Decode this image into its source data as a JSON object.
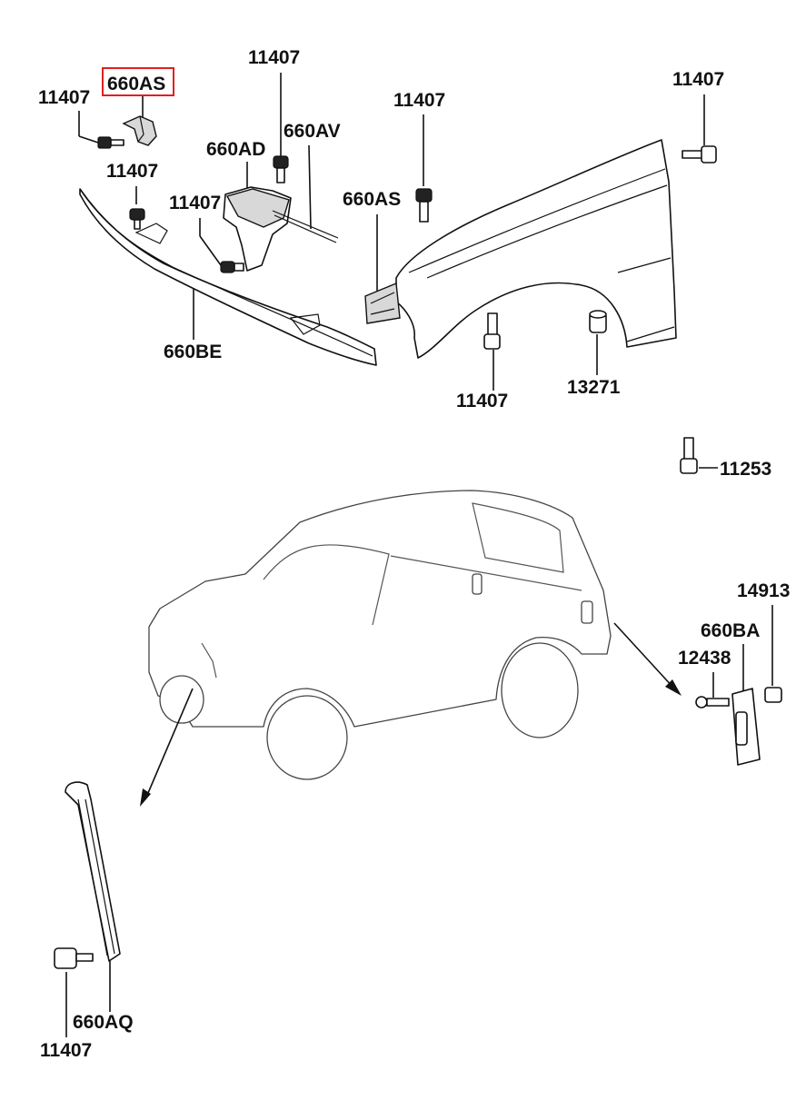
{
  "highlight_color": "#e02020",
  "callouts": {
    "c1": "660AS",
    "c2": "11407",
    "c3": "11407",
    "c4": "11407",
    "c5": "660AD",
    "c6": "660AV",
    "c7": "11407",
    "c8": "11407",
    "c9": "660AS",
    "c10": "11407",
    "c11": "660BE",
    "c12": "11407",
    "c13": "13271",
    "c14": "11253",
    "c15": "14913",
    "c16": "660BA",
    "c17": "12438",
    "c18": "660AQ",
    "c19": "11407"
  }
}
